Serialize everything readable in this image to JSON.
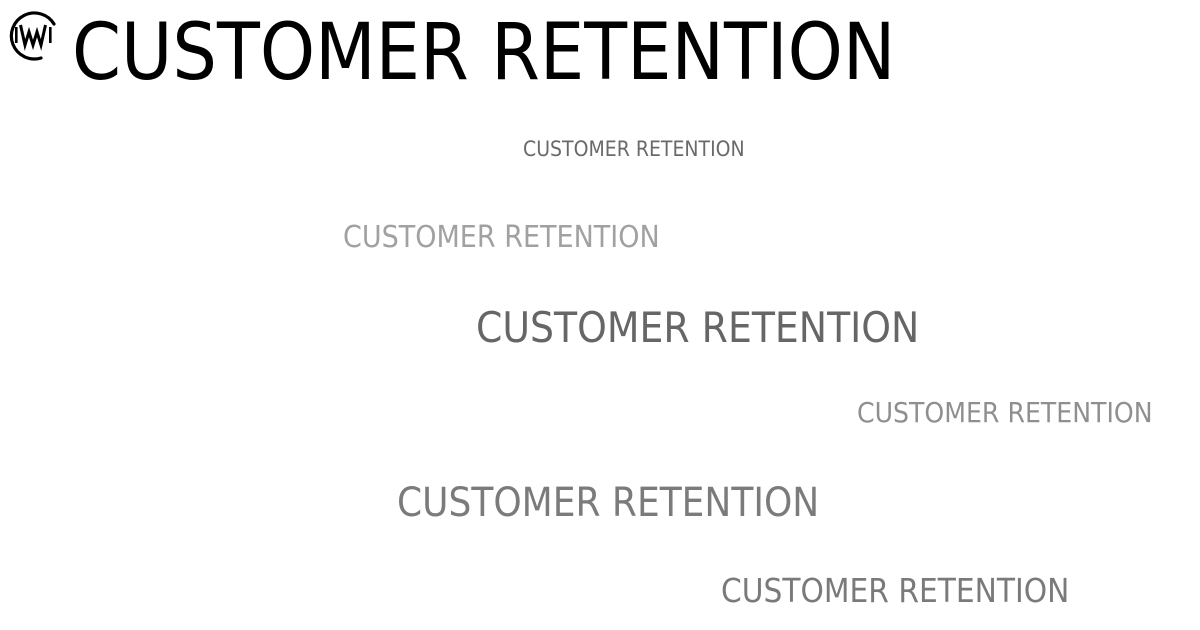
{
  "page": {
    "headline": "CUSTOMER RETENTION",
    "echoes": [
      "CUSTOMER RETENTION",
      "CUSTOMER RETENTION",
      "CUSTOMER RETENTION",
      "CUSTOMER RETENTION",
      "CUSTOMER RETENTION",
      "CUSTOMER RETENTION"
    ]
  },
  "logo": {
    "icon": "mw-circle-logo-icon",
    "text": "MW"
  },
  "colors": {
    "background": "#ffffff",
    "headline": "#000000",
    "echo_1": "#6a6a6a",
    "echo_2": "#a1a1a1",
    "echo_3": "#666666",
    "echo_4": "#8f8f8f",
    "echo_5": "#7b7b7b",
    "echo_6": "#7a7a7a"
  }
}
